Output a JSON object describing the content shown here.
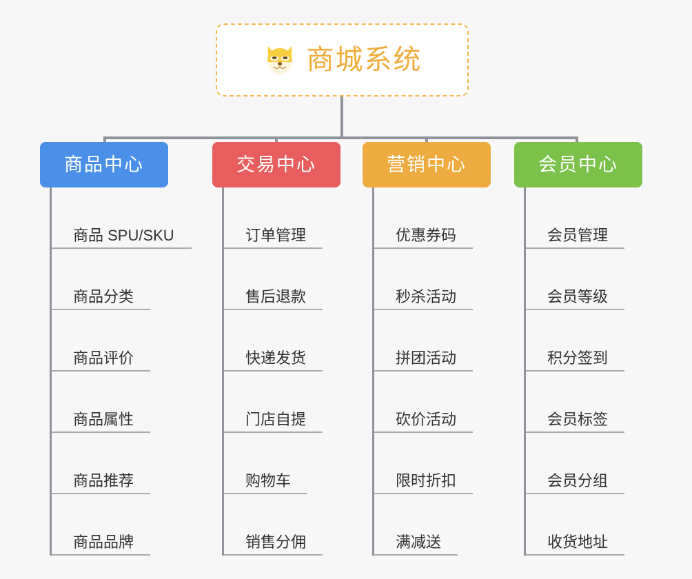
{
  "background_color": "#f7f7f7",
  "root": {
    "icon": "shiba-dog-face-icon",
    "title": "商城系统",
    "text_color": "#f0ad3c",
    "border_color": "#f2b950",
    "fill_color": "#ffffff"
  },
  "connector_color": "#909399",
  "leaf_text_color": "#2f3133",
  "leaf_rule_color": "#a8abb0",
  "columns": [
    {
      "label": "商品中心",
      "color": "#4a90e8",
      "items": [
        {
          "label": "商品 SPU/SKU",
          "rule_width": 203
        },
        {
          "label": "商品分类",
          "rule_width": 143
        },
        {
          "label": "商品评价",
          "rule_width": 143
        },
        {
          "label": "商品属性",
          "rule_width": 143
        },
        {
          "label": "商品推荐",
          "rule_width": 143
        },
        {
          "label": "商品品牌",
          "rule_width": 143
        }
      ]
    },
    {
      "label": "交易中心",
      "color": "#e85d5d",
      "items": [
        {
          "label": "订单管理",
          "rule_width": 143
        },
        {
          "label": "售后退款",
          "rule_width": 143
        },
        {
          "label": "快递发货",
          "rule_width": 143
        },
        {
          "label": "门店自提",
          "rule_width": 143
        },
        {
          "label": "购物车",
          "rule_width": 121
        },
        {
          "label": "销售分佣",
          "rule_width": 143
        }
      ]
    },
    {
      "label": "营销中心",
      "color": "#eeab3f",
      "items": [
        {
          "label": "优惠券码",
          "rule_width": 143
        },
        {
          "label": "秒杀活动",
          "rule_width": 143
        },
        {
          "label": "拼团活动",
          "rule_width": 143
        },
        {
          "label": "砍价活动",
          "rule_width": 143
        },
        {
          "label": "限时折扣",
          "rule_width": 143
        },
        {
          "label": "满减送",
          "rule_width": 121
        }
      ]
    },
    {
      "label": "会员中心",
      "color": "#7cc14a",
      "items": [
        {
          "label": "会员管理",
          "rule_width": 143
        },
        {
          "label": "会员等级",
          "rule_width": 143
        },
        {
          "label": "积分签到",
          "rule_width": 143
        },
        {
          "label": "会员标签",
          "rule_width": 143
        },
        {
          "label": "会员分组",
          "rule_width": 143
        },
        {
          "label": "收货地址",
          "rule_width": 143
        }
      ]
    }
  ],
  "column_left_positions": [
    58,
    308,
    526,
    746
  ]
}
